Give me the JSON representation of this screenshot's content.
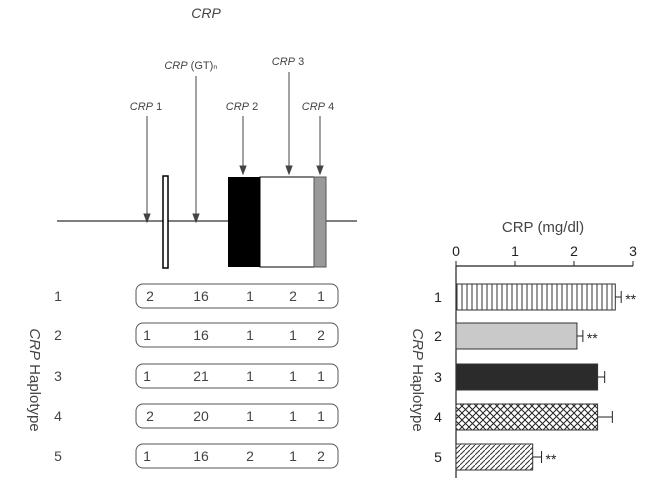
{
  "gene_title": "CRP",
  "markers": [
    {
      "name": "CRP",
      "suffix": " 1"
    },
    {
      "name": "CRP",
      "suffix": " (GT)ₙ"
    },
    {
      "name": "CRP",
      "suffix": " 2"
    },
    {
      "name": "CRP",
      "suffix": " 3"
    },
    {
      "name": "CRP",
      "suffix": " 4"
    }
  ],
  "haplotype_axis": {
    "name": "CRP",
    "suffix": " Haplotype"
  },
  "haplotypes": [
    {
      "id": "1",
      "alleles": [
        "2",
        "16",
        "1",
        "2",
        "1"
      ]
    },
    {
      "id": "2",
      "alleles": [
        "1",
        "16",
        "1",
        "1",
        "2"
      ]
    },
    {
      "id": "3",
      "alleles": [
        "1",
        "21",
        "1",
        "1",
        "1"
      ]
    },
    {
      "id": "4",
      "alleles": [
        "2",
        "20",
        "1",
        "1",
        "1"
      ]
    },
    {
      "id": "5",
      "alleles": [
        "1",
        "16",
        "2",
        "1",
        "2"
      ]
    }
  ],
  "colors": {
    "exon1": "#000000",
    "exon2": "#ffffff",
    "exon3": "#9a9a9a",
    "line": "#333333"
  },
  "chart_data": {
    "type": "bar",
    "orientation": "horizontal",
    "title": "CRP (mg/dl)",
    "xlim": [
      0,
      3
    ],
    "xticks": [
      "0",
      "1",
      "2",
      "3"
    ],
    "ylabel": "CRP Haplotype",
    "categories": [
      "1",
      "2",
      "3",
      "4",
      "5"
    ],
    "values": [
      2.7,
      2.05,
      2.4,
      2.4,
      1.3
    ],
    "errors": [
      0.1,
      0.1,
      0.12,
      0.25,
      0.15
    ],
    "significance": [
      "**",
      "**",
      "",
      "",
      "**"
    ],
    "fills": [
      "vertical-stripes",
      "light-gray",
      "dark",
      "crosshatch",
      "diagonal"
    ]
  }
}
